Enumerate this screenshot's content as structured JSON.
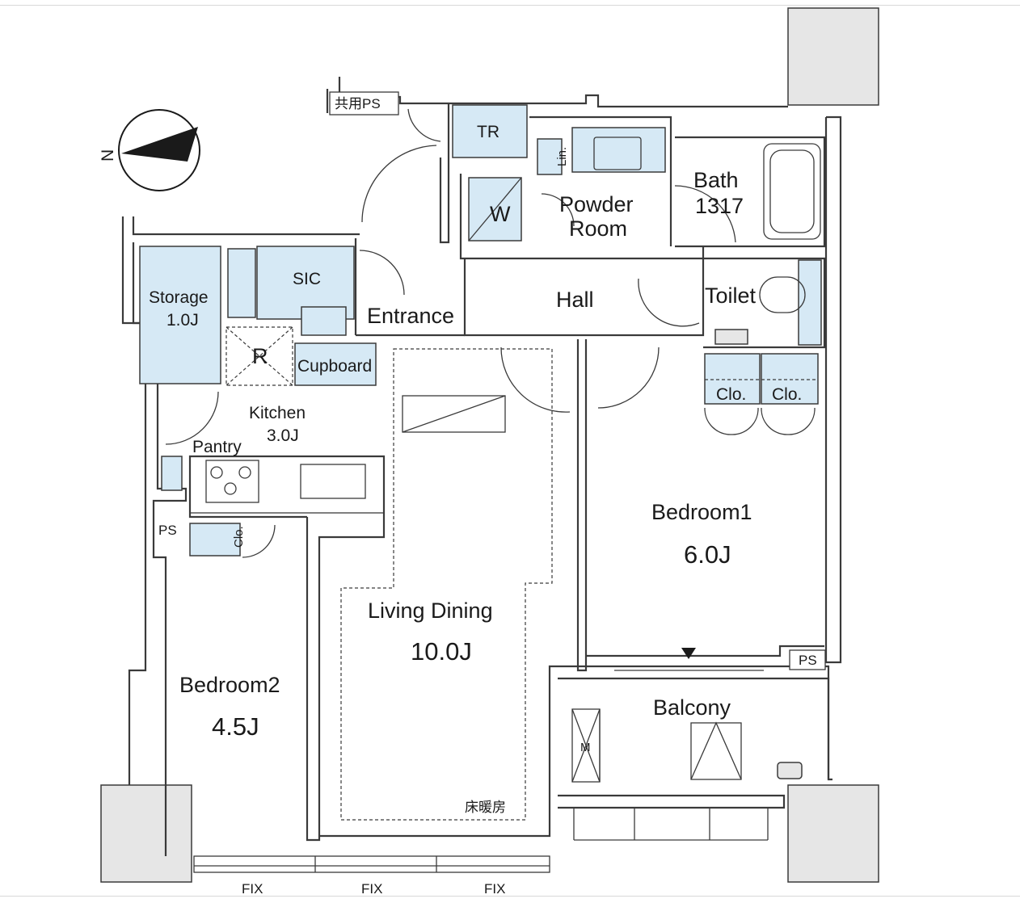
{
  "compass": {
    "north_label": "N"
  },
  "labels": {
    "kyoyo_ps": "共用PS",
    "tr": "TR",
    "lin": "Lin.",
    "w": "W",
    "powder_room_line1": "Powder",
    "powder_room_line2": "Room",
    "bath": "Bath",
    "bath_size": "1317",
    "sic": "SIC",
    "storage": "Storage",
    "storage_size": "1.0J",
    "entrance": "Entrance",
    "hall": "Hall",
    "toilet": "Toilet",
    "r": "R",
    "cupboard": "Cupboard",
    "clo_1": "Clo.",
    "clo_2": "Clo.",
    "kitchen": "Kitchen",
    "kitchen_size": "3.0J",
    "pantry": "Pantry",
    "ps_left": "PS",
    "clo_bed2": "Clo.",
    "bedroom1": "Bedroom1",
    "bedroom1_size": "6.0J",
    "living_dining": "Living Dining",
    "living_dining_size": "10.0J",
    "bedroom2": "Bedroom2",
    "bedroom2_size": "4.5J",
    "balcony": "Balcony",
    "ps_right": "PS",
    "m": "M",
    "floor_heating": "床暖房",
    "fix_1": "FIX",
    "fix_2": "FIX",
    "fix_3": "FIX"
  },
  "colors": {
    "fixture_blue": "#d6e9f5",
    "column_grey": "#e6e6e6",
    "wall": "#3a3a3a"
  }
}
